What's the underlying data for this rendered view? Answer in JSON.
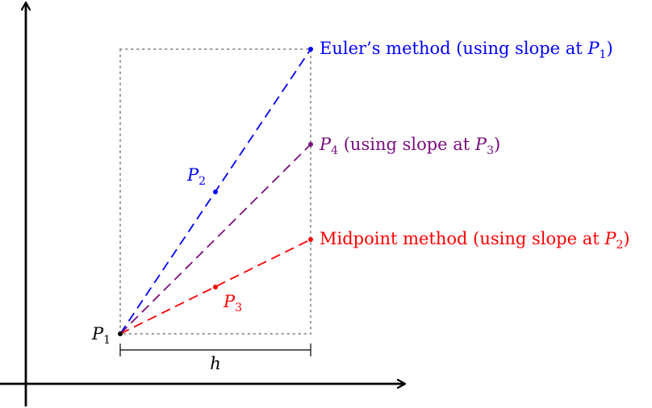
{
  "colors": {
    "axis": "#000000",
    "box": "#999999",
    "euler": "#0000ff",
    "p4": "#7a0f80",
    "midpoint": "#ff0000",
    "p1": "#000000"
  },
  "labels": {
    "p1": {
      "base": "P",
      "sub": "1"
    },
    "p2": {
      "base": "P",
      "sub": "2"
    },
    "p3": {
      "base": "P",
      "sub": "3"
    },
    "euler": {
      "text": "Euler’s method (using slope at ",
      "base": "P",
      "sub": "1",
      "close": ")"
    },
    "p4": {
      "base": "P",
      "sub": "4",
      "text": " (using slope at ",
      "base2": "P",
      "sub2": "3",
      "close": ")"
    },
    "midpoint": {
      "text": "Midpoint method (using slope at ",
      "base": "P",
      "sub": "2",
      "close": ")"
    },
    "h": "h"
  }
}
